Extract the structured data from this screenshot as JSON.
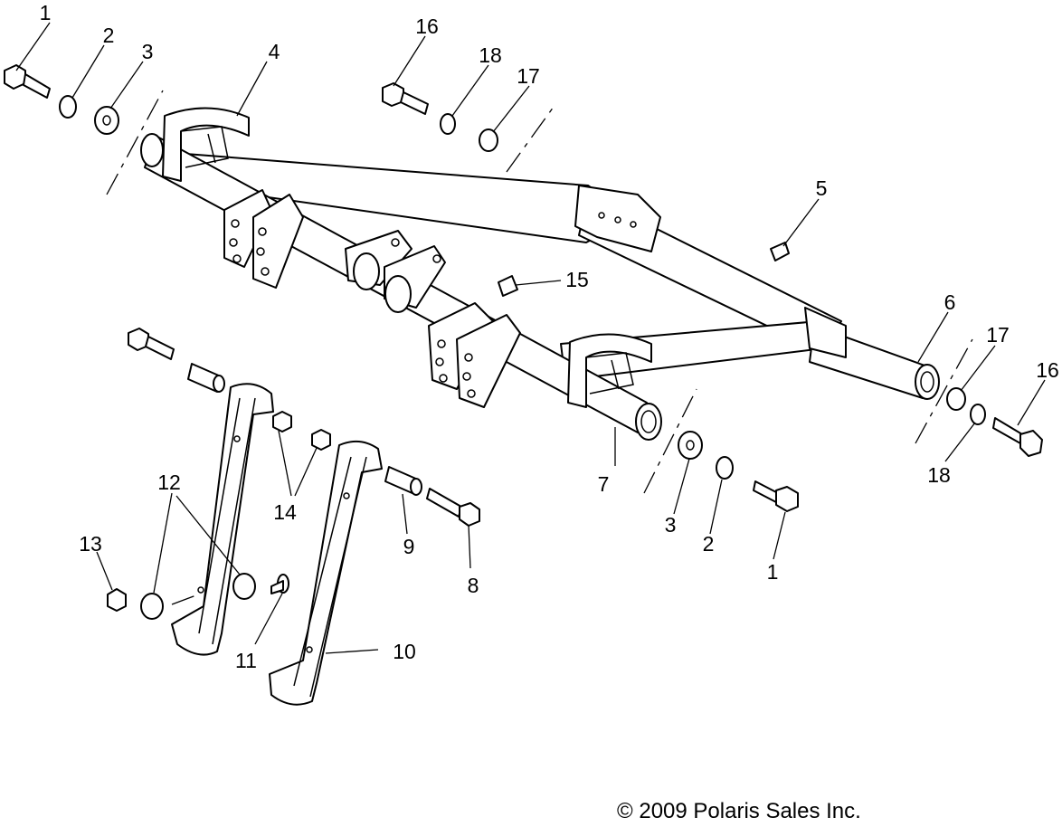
{
  "callouts": {
    "c1a": "1",
    "c2a": "2",
    "c3a": "3",
    "c4": "4",
    "c5": "5",
    "c6": "6",
    "c7": "7",
    "c16a": "16",
    "c18a": "18",
    "c17a": "17",
    "c15": "15",
    "c17b": "17",
    "c16b": "16",
    "c18b": "18",
    "c3b": "3",
    "c2b": "2",
    "c1b": "1",
    "c12": "12",
    "c13": "13",
    "c14": "14",
    "c9": "9",
    "c8": "8",
    "c11": "11",
    "c10": "10"
  },
  "copyright": "© 2009 Polaris Sales Inc."
}
